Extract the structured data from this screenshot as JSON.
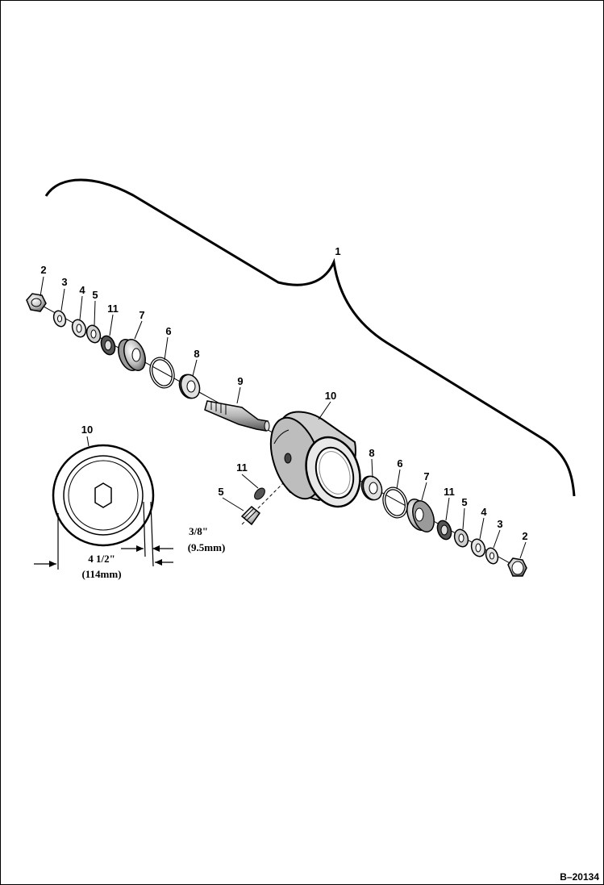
{
  "figure_id": "B–20134",
  "callouts": {
    "assembly": "1",
    "left": [
      "2",
      "3",
      "4",
      "5",
      "11",
      "7",
      "6",
      "8",
      "9"
    ],
    "center": "10",
    "right": [
      "8",
      "6",
      "7",
      "11",
      "5",
      "4",
      "3",
      "2"
    ],
    "plug_11": "11",
    "plug_5": "5",
    "detail": "10"
  },
  "detail_view": {
    "width_label": "4 1/2\"",
    "width_metric": "(114mm)",
    "offset_label_partial": "3/8\"",
    "offset_metric_partial": "(9.5mm)"
  },
  "colors": {
    "ink": "#000000",
    "paper": "#ffffff",
    "part_fill": "#d9d9d9",
    "part_dark": "#8c8c8c"
  }
}
